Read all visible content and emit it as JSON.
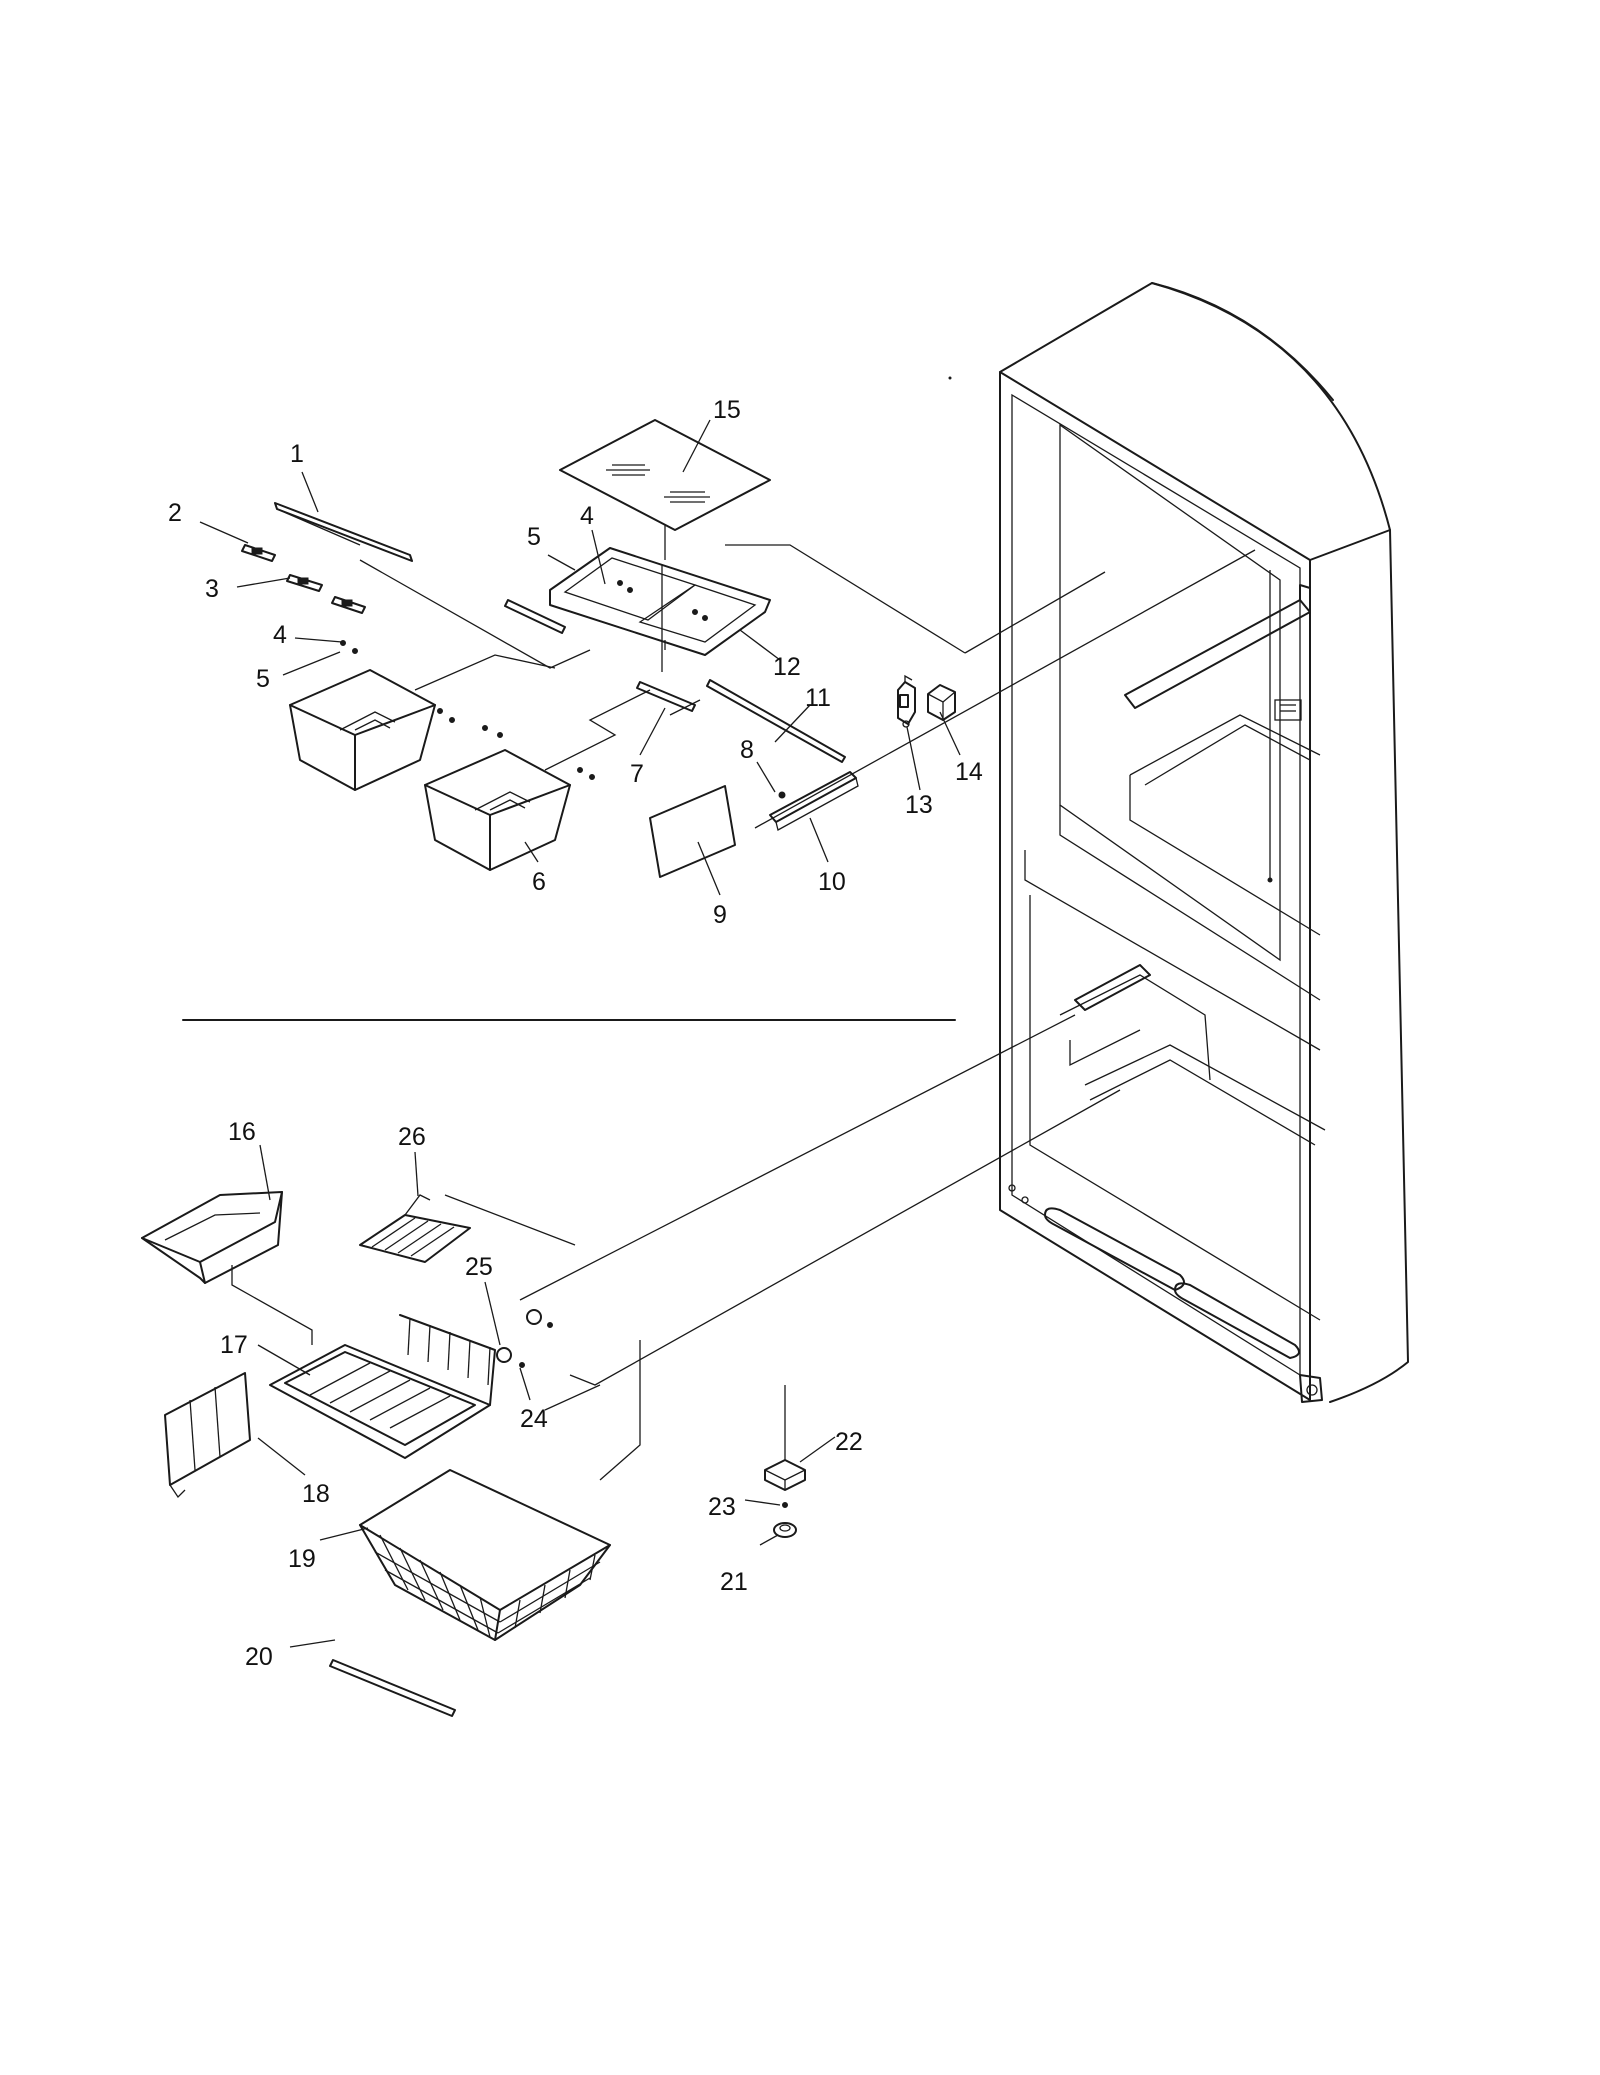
{
  "callouts": [
    {
      "id": "1",
      "text": "1"
    },
    {
      "id": "2",
      "text": "2"
    },
    {
      "id": "3",
      "text": "3"
    },
    {
      "id": "4a",
      "text": "4"
    },
    {
      "id": "4b",
      "text": "4"
    },
    {
      "id": "5a",
      "text": "5"
    },
    {
      "id": "5b",
      "text": "5"
    },
    {
      "id": "6",
      "text": "6"
    },
    {
      "id": "7",
      "text": "7"
    },
    {
      "id": "8",
      "text": "8"
    },
    {
      "id": "9",
      "text": "9"
    },
    {
      "id": "10",
      "text": "10"
    },
    {
      "id": "11",
      "text": "11"
    },
    {
      "id": "12",
      "text": "12"
    },
    {
      "id": "13",
      "text": "13"
    },
    {
      "id": "14",
      "text": "14"
    },
    {
      "id": "15",
      "text": "15"
    },
    {
      "id": "16",
      "text": "16"
    },
    {
      "id": "17",
      "text": "17"
    },
    {
      "id": "18",
      "text": "18"
    },
    {
      "id": "19",
      "text": "19"
    },
    {
      "id": "20",
      "text": "20"
    },
    {
      "id": "21",
      "text": "21"
    },
    {
      "id": "22",
      "text": "22"
    },
    {
      "id": "23",
      "text": "23"
    },
    {
      "id": "24",
      "text": "24"
    },
    {
      "id": "25",
      "text": "25"
    },
    {
      "id": "26",
      "text": "26"
    }
  ]
}
